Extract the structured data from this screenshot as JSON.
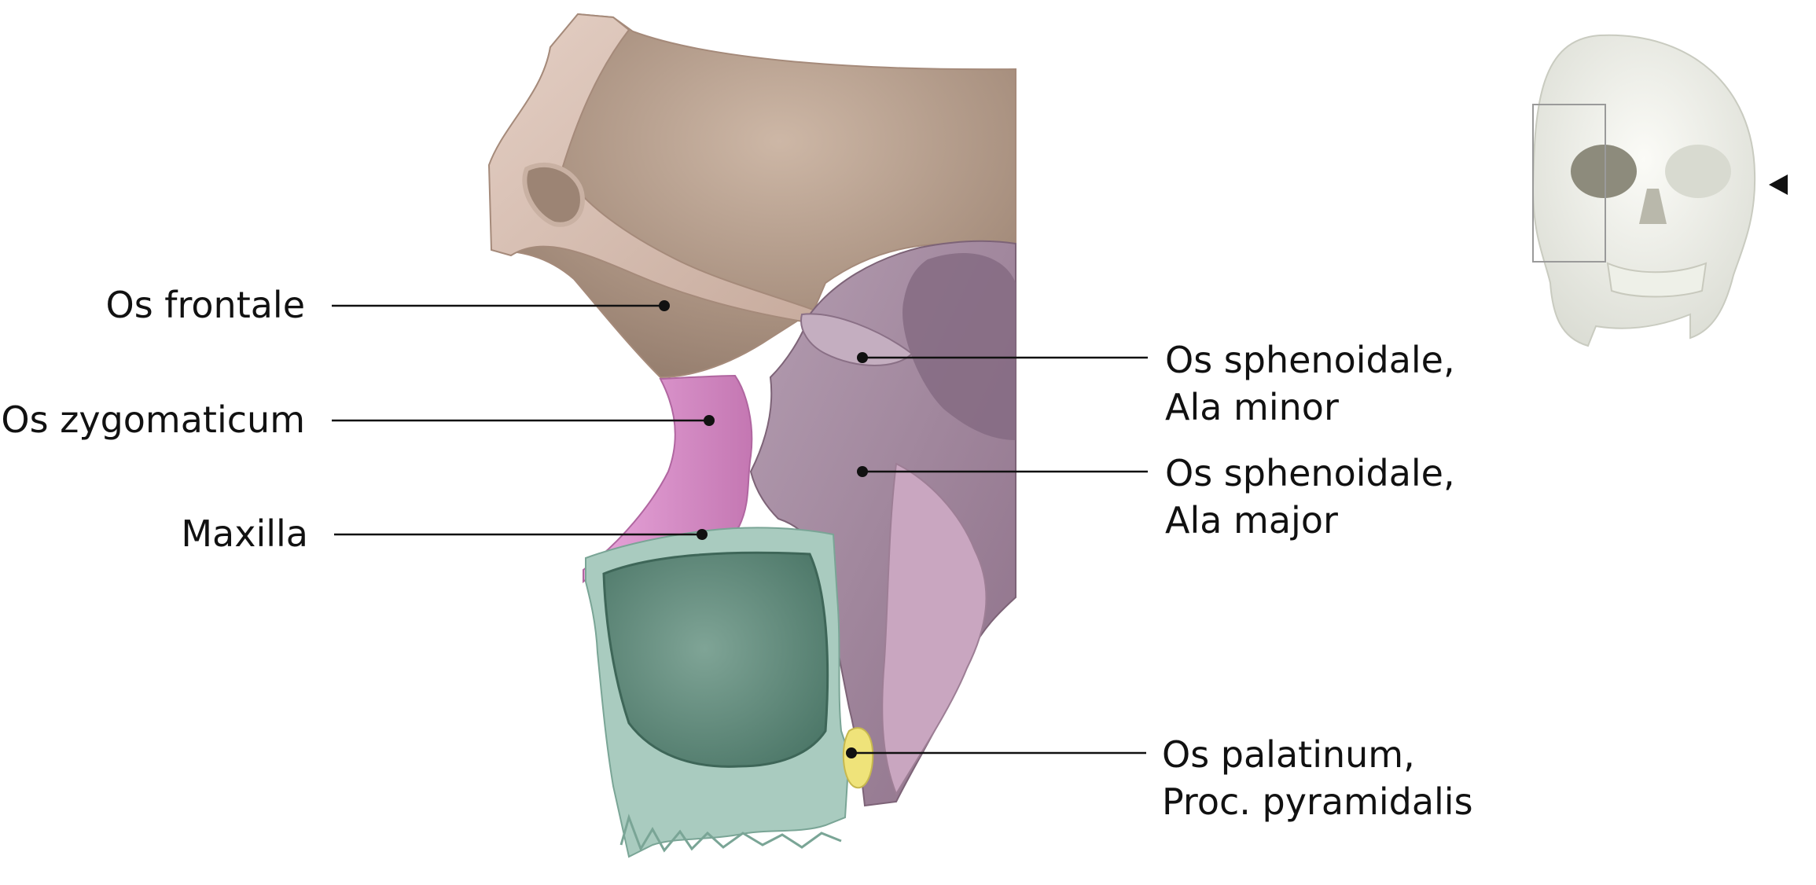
{
  "labels_left": [
    {
      "id": "frontale",
      "text": "Os frontale"
    },
    {
      "id": "zygomaticum",
      "text": "Os zygomaticum"
    },
    {
      "id": "maxilla",
      "text": "Maxilla"
    }
  ],
  "labels_right": [
    {
      "id": "ala-minor",
      "line1": "Os sphenoidale,",
      "line2": "Ala minor"
    },
    {
      "id": "ala-major",
      "line1": "Os sphenoidale,",
      "line2": "Ala major"
    },
    {
      "id": "palatinum",
      "line1": "Os palatinum,",
      "line2": "Proc. pyramidalis"
    }
  ],
  "colors": {
    "frontal_bone": "#d8c0b4",
    "frontal_inner": "#b09a88",
    "zygomatic_bone": "#d889c6",
    "sphenoid_bone": "#a88fa4",
    "sphenoid_dark": "#86687f",
    "maxilla_bone": "#a8cbbd",
    "maxilla_inner": "#5c8a7a",
    "palatine_bone": "#efe37a",
    "leader_line": "#111111"
  },
  "icons": [
    "skull-orientation-icon",
    "view-direction-arrow-icon"
  ]
}
